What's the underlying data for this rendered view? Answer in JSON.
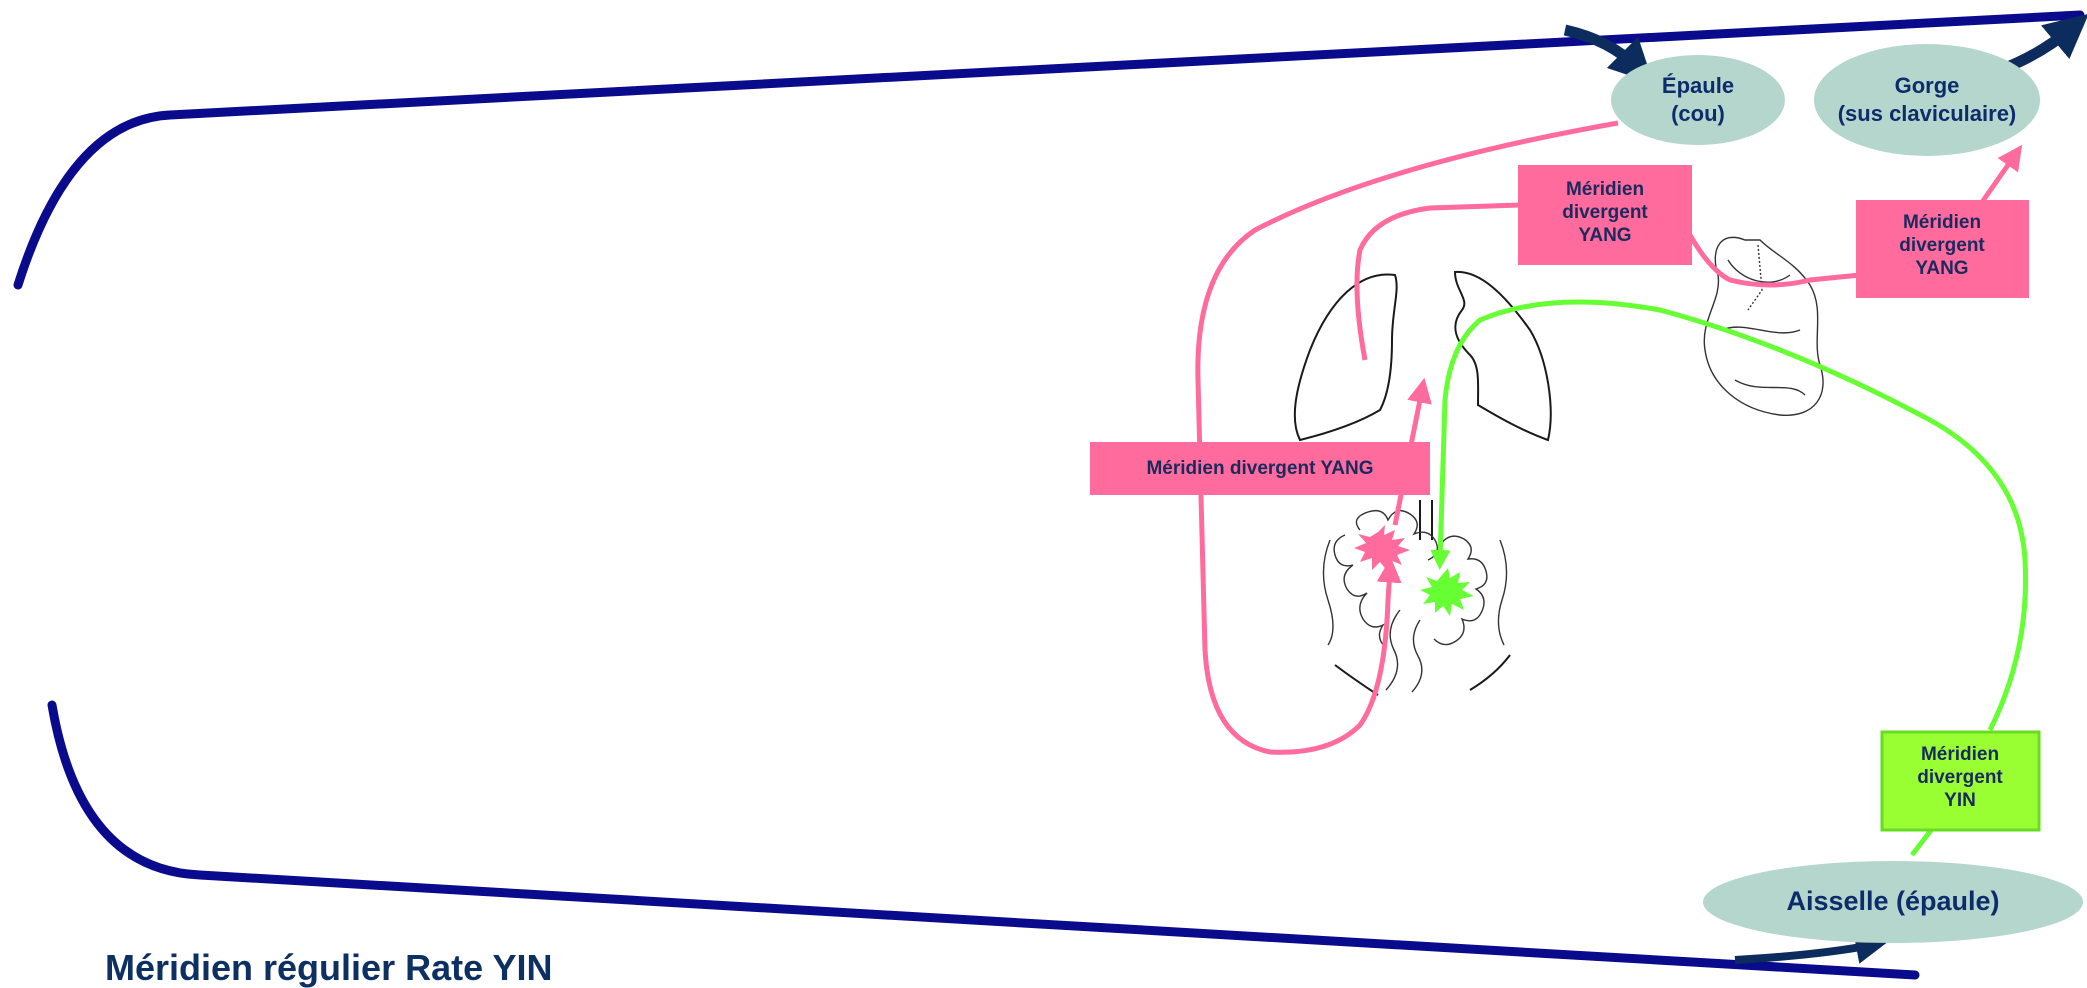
{
  "diagram": {
    "title": "Méridien régulier Rate YIN",
    "nodes": {
      "epaule": {
        "line1": "Épaule",
        "line2": "(cou)"
      },
      "gorge": {
        "line1": "Gorge",
        "line2": "(sus claviculaire)"
      },
      "aisselle": {
        "label": "Aisselle (épaule)"
      }
    },
    "boxes": {
      "yang_top": {
        "line1": "Méridien",
        "line2": "divergent",
        "line3": "YANG"
      },
      "yang_right": {
        "line1": "Méridien",
        "line2": "divergent",
        "line3": "YANG"
      },
      "yang_left": {
        "label": "Méridien divergent YANG"
      },
      "yin": {
        "line1": "Méridien",
        "line2": "divergent",
        "line3": "YIN"
      }
    },
    "colors": {
      "regular_meridian": "#0a0a8c",
      "yang": "#ff6b9d",
      "yin": "#66ff33",
      "yin_box": "#99ff33",
      "node_fill": "#b5d6cc",
      "arrow_dark": "#0d2c5e"
    }
  }
}
